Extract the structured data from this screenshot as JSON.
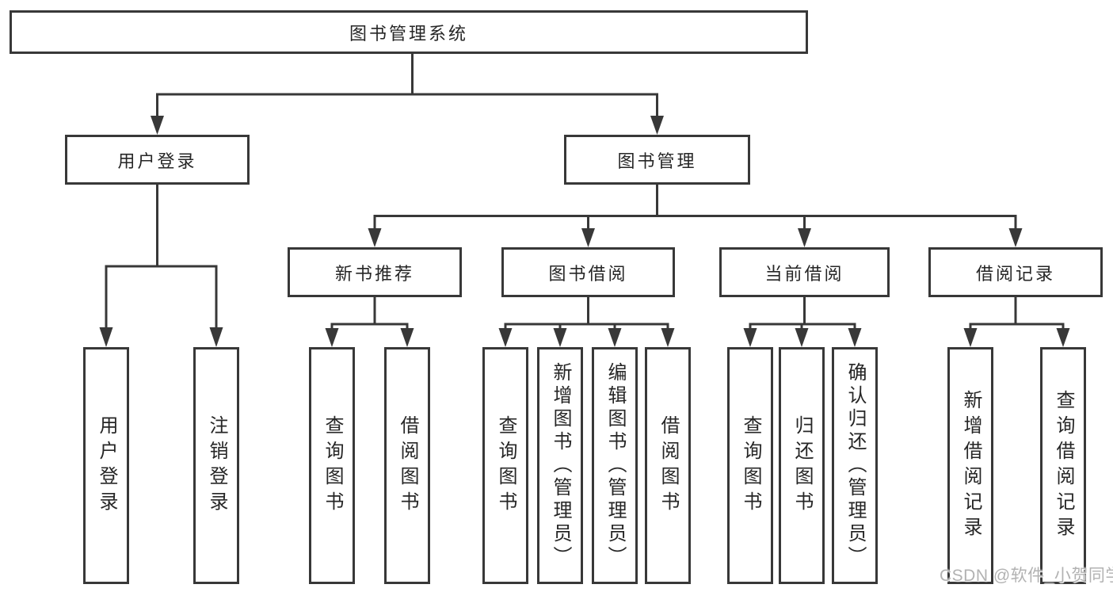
{
  "nodes": {
    "root": {
      "label": "图书管理系统"
    },
    "level2": [
      {
        "label": "用户登录"
      },
      {
        "label": "图书管理"
      }
    ],
    "level3": [
      {
        "label": "新书推荐"
      },
      {
        "label": "图书借阅"
      },
      {
        "label": "当前借阅"
      },
      {
        "label": "借阅记录"
      }
    ],
    "level4": [
      {
        "label": "用户登录"
      },
      {
        "label": "注销登录"
      },
      {
        "label": "查询图书"
      },
      {
        "label": "借阅图书"
      },
      {
        "label": "查询图书"
      },
      {
        "label": "新增图书（管理员）"
      },
      {
        "label": "编辑图书（管理员）"
      },
      {
        "label": "借阅图书"
      },
      {
        "label": "查询图书"
      },
      {
        "label": "归还图书"
      },
      {
        "label": "确认归还（管理员）"
      },
      {
        "label": "新增借阅记录"
      },
      {
        "label": "查询借阅记录"
      }
    ]
  },
  "watermark": "CSDN @软件_小贺同学",
  "colors": {
    "line": "#383838",
    "text": "#262626",
    "box_background": "#ffffff",
    "watermark": "#b2b2b2"
  }
}
